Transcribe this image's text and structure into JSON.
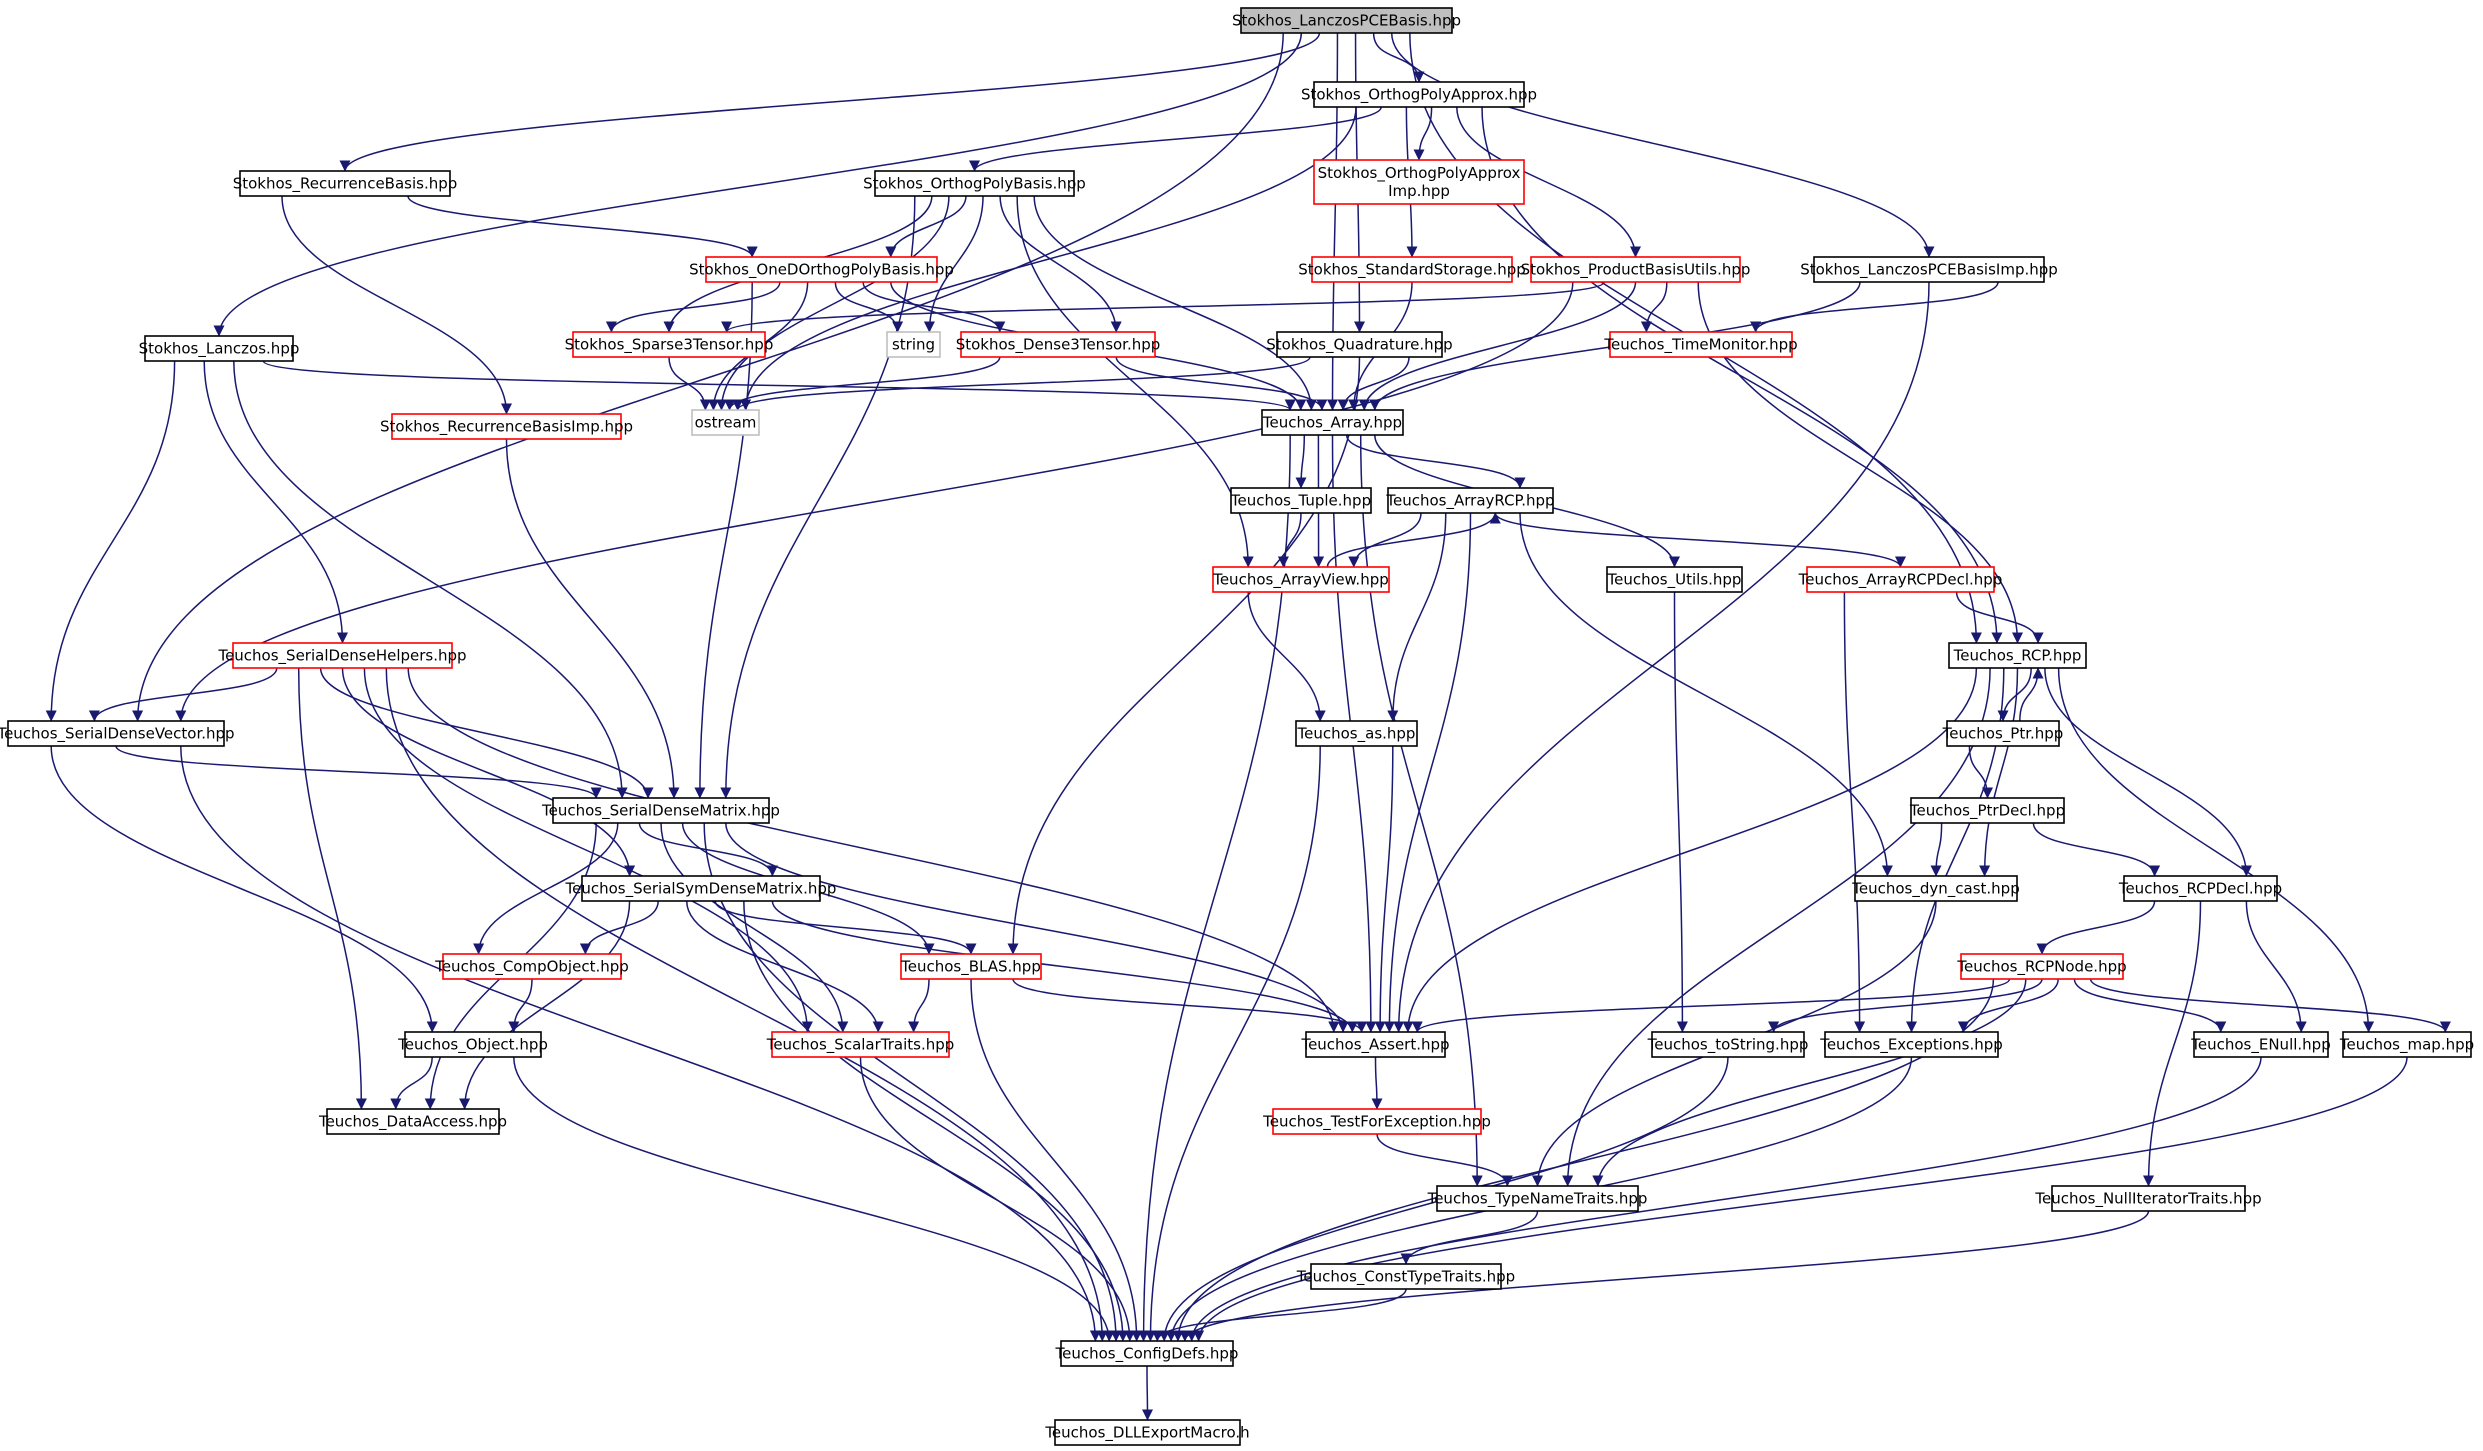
{
  "diagram": {
    "colors": {
      "edge": "#191970",
      "node_border_normal": "#000000",
      "node_border_truncated": "#ff0000",
      "node_border_external": "#bfbfbf",
      "node_fill_root": "#bfbfbf",
      "node_fill": "#ffffff"
    },
    "nodes": [
      {
        "id": "root",
        "label": "Stokhos_LanczosPCEBasis.hpp",
        "style": "root"
      },
      {
        "id": "opa",
        "label": "Stokhos_OrthogPolyApprox.hpp",
        "style": "normal"
      },
      {
        "id": "opaimp",
        "label": "Stokhos_OrthogPolyApprox\nImp.hpp",
        "style": "truncated"
      },
      {
        "id": "recb",
        "label": "Stokhos_RecurrenceBasis.hpp",
        "style": "normal"
      },
      {
        "id": "opb",
        "label": "Stokhos_OrthogPolyBasis.hpp",
        "style": "normal"
      },
      {
        "id": "stdstore",
        "label": "Stokhos_StandardStorage.hpp",
        "style": "truncated"
      },
      {
        "id": "pbu",
        "label": "Stokhos_ProductBasisUtils.hpp",
        "style": "truncated"
      },
      {
        "id": "lpceimp",
        "label": "Stokhos_LanczosPCEBasisImp.hpp",
        "style": "normal"
      },
      {
        "id": "oned",
        "label": "Stokhos_OneDOrthogPolyBasis.hpp",
        "style": "truncated"
      },
      {
        "id": "lanczos",
        "label": "Stokhos_Lanczos.hpp",
        "style": "normal"
      },
      {
        "id": "s3t",
        "label": "Stokhos_Sparse3Tensor.hpp",
        "style": "truncated"
      },
      {
        "id": "string",
        "label": "string",
        "style": "external"
      },
      {
        "id": "d3t",
        "label": "Stokhos_Dense3Tensor.hpp",
        "style": "truncated"
      },
      {
        "id": "quad",
        "label": "Stokhos_Quadrature.hpp",
        "style": "normal"
      },
      {
        "id": "timemon",
        "label": "Teuchos_TimeMonitor.hpp",
        "style": "truncated"
      },
      {
        "id": "recbimp",
        "label": "Stokhos_RecurrenceBasisImp.hpp",
        "style": "truncated"
      },
      {
        "id": "ostream",
        "label": "ostream",
        "style": "external"
      },
      {
        "id": "array",
        "label": "Teuchos_Array.hpp",
        "style": "normal"
      },
      {
        "id": "tuple",
        "label": "Teuchos_Tuple.hpp",
        "style": "normal"
      },
      {
        "id": "arcp",
        "label": "Teuchos_ArrayRCP.hpp",
        "style": "normal"
      },
      {
        "id": "aview",
        "label": "Teuchos_ArrayView.hpp",
        "style": "truncated"
      },
      {
        "id": "utils",
        "label": "Teuchos_Utils.hpp",
        "style": "normal"
      },
      {
        "id": "arcpdecl",
        "label": "Teuchos_ArrayRCPDecl.hpp",
        "style": "truncated"
      },
      {
        "id": "sdh",
        "label": "Teuchos_SerialDenseHelpers.hpp",
        "style": "truncated"
      },
      {
        "id": "rcp",
        "label": "Teuchos_RCP.hpp",
        "style": "normal"
      },
      {
        "id": "sdv",
        "label": "Teuchos_SerialDenseVector.hpp",
        "style": "normal"
      },
      {
        "id": "ptr",
        "label": "Teuchos_Ptr.hpp",
        "style": "normal"
      },
      {
        "id": "as",
        "label": "Teuchos_as.hpp",
        "style": "normal"
      },
      {
        "id": "sdm",
        "label": "Teuchos_SerialDenseMatrix.hpp",
        "style": "normal"
      },
      {
        "id": "ptrdecl",
        "label": "Teuchos_PtrDecl.hpp",
        "style": "normal"
      },
      {
        "id": "ssdm",
        "label": "Teuchos_SerialSymDenseMatrix.hpp",
        "style": "normal"
      },
      {
        "id": "dyncast",
        "label": "Teuchos_dyn_cast.hpp",
        "style": "normal"
      },
      {
        "id": "rcpdecl",
        "label": "Teuchos_RCPDecl.hpp",
        "style": "normal"
      },
      {
        "id": "compobj",
        "label": "Teuchos_CompObject.hpp",
        "style": "truncated"
      },
      {
        "id": "blas",
        "label": "Teuchos_BLAS.hpp",
        "style": "truncated"
      },
      {
        "id": "rcpnode",
        "label": "Teuchos_RCPNode.hpp",
        "style": "truncated"
      },
      {
        "id": "object",
        "label": "Teuchos_Object.hpp",
        "style": "normal"
      },
      {
        "id": "scalar",
        "label": "Teuchos_ScalarTraits.hpp",
        "style": "truncated"
      },
      {
        "id": "assert",
        "label": "Teuchos_Assert.hpp",
        "style": "normal"
      },
      {
        "id": "tostring",
        "label": "Teuchos_toString.hpp",
        "style": "normal"
      },
      {
        "id": "exceptions",
        "label": "Teuchos_Exceptions.hpp",
        "style": "normal"
      },
      {
        "id": "enull",
        "label": "Teuchos_ENull.hpp",
        "style": "normal"
      },
      {
        "id": "map",
        "label": "Teuchos_map.hpp",
        "style": "normal"
      },
      {
        "id": "dataaccess",
        "label": "Teuchos_DataAccess.hpp",
        "style": "normal"
      },
      {
        "id": "tfe",
        "label": "Teuchos_TestForException.hpp",
        "style": "truncated"
      },
      {
        "id": "tnt",
        "label": "Teuchos_TypeNameTraits.hpp",
        "style": "normal"
      },
      {
        "id": "nit",
        "label": "Teuchos_NullIteratorTraits.hpp",
        "style": "normal"
      },
      {
        "id": "ctt",
        "label": "Teuchos_ConstTypeTraits.hpp",
        "style": "normal"
      },
      {
        "id": "config",
        "label": "Teuchos_ConfigDefs.hpp",
        "style": "normal"
      },
      {
        "id": "dll",
        "label": "Teuchos_DLLExportMacro.h",
        "style": "normal"
      }
    ],
    "edges": [
      [
        "root",
        "opa"
      ],
      [
        "root",
        "recb"
      ],
      [
        "root",
        "lpceimp"
      ],
      [
        "root",
        "lanczos"
      ],
      [
        "root",
        "sdv"
      ],
      [
        "root",
        "quad"
      ],
      [
        "root",
        "rcp"
      ],
      [
        "root",
        "array"
      ],
      [
        "opa",
        "opb"
      ],
      [
        "opa",
        "opaimp"
      ],
      [
        "opa",
        "stdstore"
      ],
      [
        "opa",
        "pbu"
      ],
      [
        "opa",
        "ostream"
      ],
      [
        "opa",
        "rcp"
      ],
      [
        "recb",
        "oned"
      ],
      [
        "recb",
        "recbimp"
      ],
      [
        "opb",
        "oned"
      ],
      [
        "opb",
        "s3t"
      ],
      [
        "opb",
        "d3t"
      ],
      [
        "opb",
        "string"
      ],
      [
        "opb",
        "ostream"
      ],
      [
        "opb",
        "array"
      ],
      [
        "opb",
        "aview"
      ],
      [
        "opb",
        "sdm"
      ],
      [
        "stdstore",
        "array"
      ],
      [
        "pbu",
        "sdv"
      ],
      [
        "pbu",
        "s3t"
      ],
      [
        "pbu",
        "timemon"
      ],
      [
        "pbu",
        "array"
      ],
      [
        "pbu",
        "rcp"
      ],
      [
        "lpceimp",
        "timemon"
      ],
      [
        "lpceimp",
        "array"
      ],
      [
        "lpceimp",
        "assert"
      ],
      [
        "oned",
        "s3t"
      ],
      [
        "oned",
        "d3t"
      ],
      [
        "oned",
        "string"
      ],
      [
        "oned",
        "ostream"
      ],
      [
        "oned",
        "array"
      ],
      [
        "oned",
        "sdm"
      ],
      [
        "lanczos",
        "sdv"
      ],
      [
        "lanczos",
        "sdm"
      ],
      [
        "lanczos",
        "sdh"
      ],
      [
        "lanczos",
        "array"
      ],
      [
        "s3t",
        "ostream"
      ],
      [
        "d3t",
        "ostream"
      ],
      [
        "d3t",
        "array"
      ],
      [
        "quad",
        "array"
      ],
      [
        "quad",
        "blas"
      ],
      [
        "quad",
        "ostream"
      ],
      [
        "recbimp",
        "sdm"
      ],
      [
        "array",
        "tuple"
      ],
      [
        "array",
        "arcp"
      ],
      [
        "array",
        "utils"
      ],
      [
        "array",
        "assert"
      ],
      [
        "array",
        "tnt"
      ],
      [
        "array",
        "config"
      ],
      [
        "array",
        "aview"
      ],
      [
        "tuple",
        "aview"
      ],
      [
        "arcp",
        "aview"
      ],
      [
        "arcp",
        "arcpdecl"
      ],
      [
        "arcp",
        "as"
      ],
      [
        "arcp",
        "dyncast"
      ],
      [
        "arcp",
        "assert"
      ],
      [
        "aview",
        "arcp"
      ],
      [
        "aview",
        "as"
      ],
      [
        "utils",
        "tostring"
      ],
      [
        "arcpdecl",
        "rcp"
      ],
      [
        "arcpdecl",
        "exceptions"
      ],
      [
        "sdh",
        "sdv"
      ],
      [
        "sdh",
        "sdm"
      ],
      [
        "sdh",
        "ssdm"
      ],
      [
        "sdh",
        "scalar"
      ],
      [
        "sdh",
        "dataaccess"
      ],
      [
        "sdh",
        "assert"
      ],
      [
        "sdh",
        "config"
      ],
      [
        "rcp",
        "ptr"
      ],
      [
        "rcp",
        "rcpdecl"
      ],
      [
        "rcp",
        "dyncast"
      ],
      [
        "rcp",
        "assert"
      ],
      [
        "rcp",
        "exceptions"
      ],
      [
        "rcp",
        "map"
      ],
      [
        "rcp",
        "tnt"
      ],
      [
        "ptr",
        "rcp"
      ],
      [
        "ptr",
        "ptrdecl"
      ],
      [
        "sdv",
        "sdm"
      ],
      [
        "sdv",
        "object"
      ],
      [
        "sdv",
        "config"
      ],
      [
        "as",
        "assert"
      ],
      [
        "as",
        "config"
      ],
      [
        "sdm",
        "ssdm"
      ],
      [
        "sdm",
        "compobj"
      ],
      [
        "sdm",
        "blas"
      ],
      [
        "sdm",
        "scalar"
      ],
      [
        "sdm",
        "assert"
      ],
      [
        "sdm",
        "dataaccess"
      ],
      [
        "sdm",
        "config"
      ],
      [
        "ptrdecl",
        "dyncast"
      ],
      [
        "ptrdecl",
        "rcpdecl"
      ],
      [
        "ssdm",
        "compobj"
      ],
      [
        "ssdm",
        "blas"
      ],
      [
        "ssdm",
        "scalar"
      ],
      [
        "ssdm",
        "assert"
      ],
      [
        "ssdm",
        "dataaccess"
      ],
      [
        "ssdm",
        "config"
      ],
      [
        "dyncast",
        "tnt"
      ],
      [
        "rcpdecl",
        "rcpnode"
      ],
      [
        "rcpdecl",
        "enull"
      ],
      [
        "rcpdecl",
        "nit"
      ],
      [
        "compobj",
        "object"
      ],
      [
        "blas",
        "scalar"
      ],
      [
        "blas",
        "assert"
      ],
      [
        "blas",
        "config"
      ],
      [
        "rcpnode",
        "assert"
      ],
      [
        "rcpnode",
        "tostring"
      ],
      [
        "rcpnode",
        "exceptions"
      ],
      [
        "rcpnode",
        "enull"
      ],
      [
        "rcpnode",
        "map"
      ],
      [
        "rcpnode",
        "tnt"
      ],
      [
        "rcpnode",
        "config"
      ],
      [
        "object",
        "dataaccess"
      ],
      [
        "object",
        "config"
      ],
      [
        "scalar",
        "config"
      ],
      [
        "assert",
        "tfe"
      ],
      [
        "tostring",
        "config"
      ],
      [
        "exceptions",
        "config"
      ],
      [
        "enull",
        "config"
      ],
      [
        "map",
        "config"
      ],
      [
        "tfe",
        "tnt"
      ],
      [
        "tnt",
        "ctt"
      ],
      [
        "nit",
        "config"
      ],
      [
        "ctt",
        "config"
      ],
      [
        "config",
        "dll"
      ]
    ]
  }
}
